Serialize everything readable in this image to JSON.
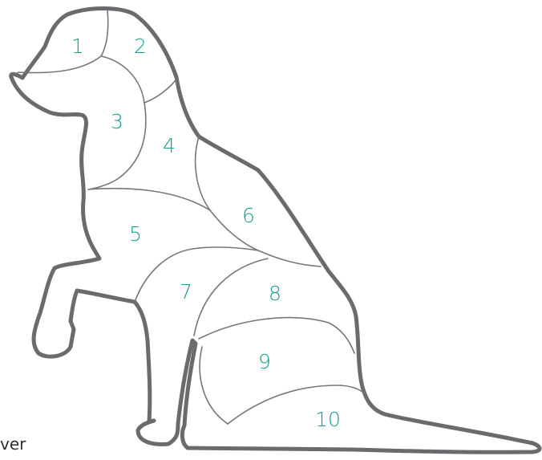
{
  "caption": "ver",
  "colors": {
    "outline": "#6b6b6f",
    "region_lines": "#77777b",
    "label_teal": "#139e96",
    "background": "#ffffff"
  },
  "regions": [
    {
      "id": "1",
      "label": "1"
    },
    {
      "id": "2",
      "label": "2"
    },
    {
      "id": "3",
      "label": "3"
    },
    {
      "id": "4",
      "label": "4"
    },
    {
      "id": "5",
      "label": "5"
    },
    {
      "id": "6",
      "label": "6"
    },
    {
      "id": "7",
      "label": "7"
    },
    {
      "id": "8",
      "label": "8"
    },
    {
      "id": "9",
      "label": "9"
    },
    {
      "id": "10",
      "label": "10"
    }
  ]
}
